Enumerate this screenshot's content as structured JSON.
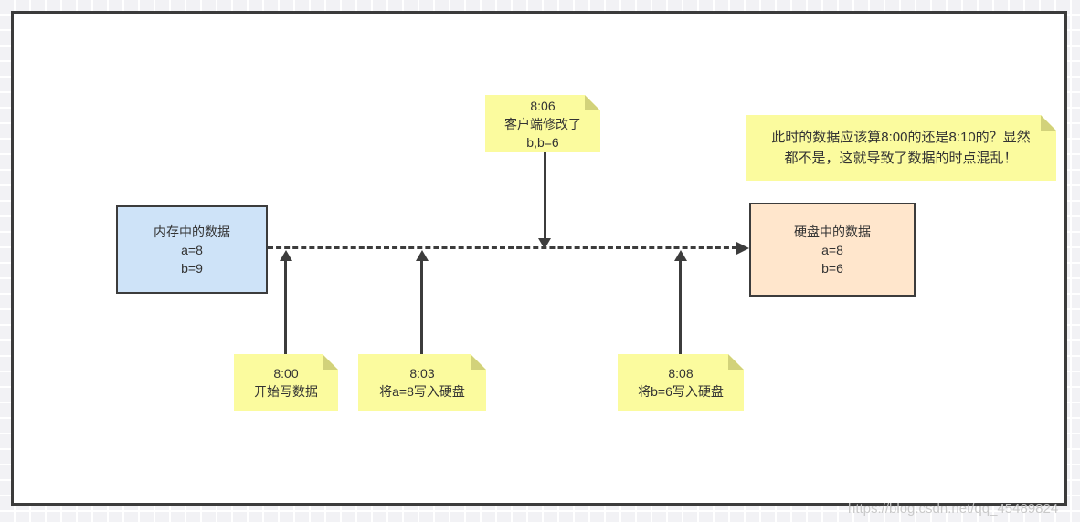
{
  "diagram": {
    "boxes": {
      "memory": {
        "title": "内存中的数据",
        "value_a": "a=8",
        "value_b": "b=9"
      },
      "disk": {
        "title": "硬盘中的数据",
        "value_a": "a=8",
        "value_b": "b=6"
      }
    },
    "notes": {
      "n806": {
        "lines": [
          "8:06",
          "客户端修改了",
          "b,b=6"
        ]
      },
      "comment": {
        "lines": [
          "此时的数据应该算8:00的还是8:10的？显然",
          "都不是，这就导致了数据的时点混乱！"
        ]
      },
      "n800": {
        "lines": [
          "8:00",
          "开始写数据"
        ]
      },
      "n803": {
        "lines": [
          "8:03",
          "将a=8写入硬盘"
        ]
      },
      "n808": {
        "lines": [
          "8:08",
          "将b=6写入硬盘"
        ]
      }
    },
    "colors": {
      "canvas_border": "#3b3b3b",
      "memory_box_fill": "#cee3f8",
      "disk_box_fill": "#ffe6cc",
      "note_fill": "#fbfb9e",
      "note_fold": "#d2d27a",
      "arrow": "#3c3c3c",
      "text": "#333333",
      "watermark_text": "#c6c6c6"
    }
  },
  "watermark": "https://blog.csdn.net/qq_45489824"
}
